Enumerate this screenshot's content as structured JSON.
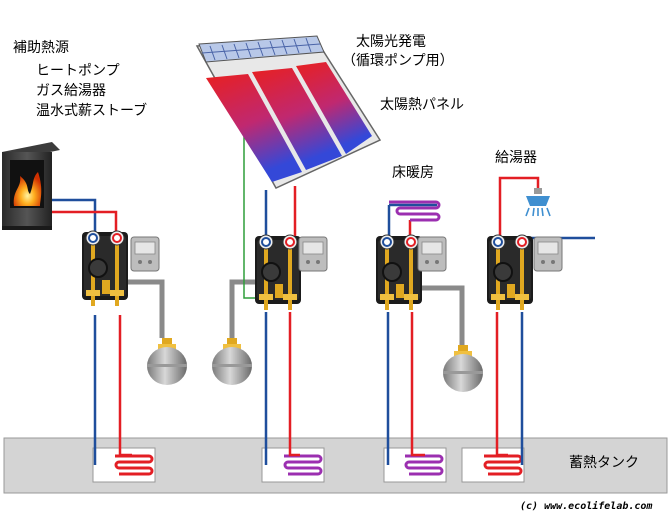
{
  "labels": {
    "aux_heat_title": "補助熱源",
    "aux_heat_items": [
      "ヒートポンプ",
      "ガス給湯器",
      "温水式薪ストーブ"
    ],
    "pv_title": "太陽光発電",
    "pv_sub": "（循環ポンプ用）",
    "solar_panel": "太陽熱パネル",
    "floor_heating": "床暖房",
    "water_heater": "給湯器",
    "storage_tank": "蓄熱タンク",
    "credit": "(c) www.ecolifelab.com"
  },
  "colors": {
    "hot_pipe": "#e31e24",
    "cold_pipe": "#1f4e9c",
    "gray_pipe": "#8a8a8a",
    "pv_wire": "#2e9e3a",
    "tank_fill": "#d4d4d4",
    "panel_top": "#e02020",
    "panel_bottom": "#3a4fd0"
  }
}
